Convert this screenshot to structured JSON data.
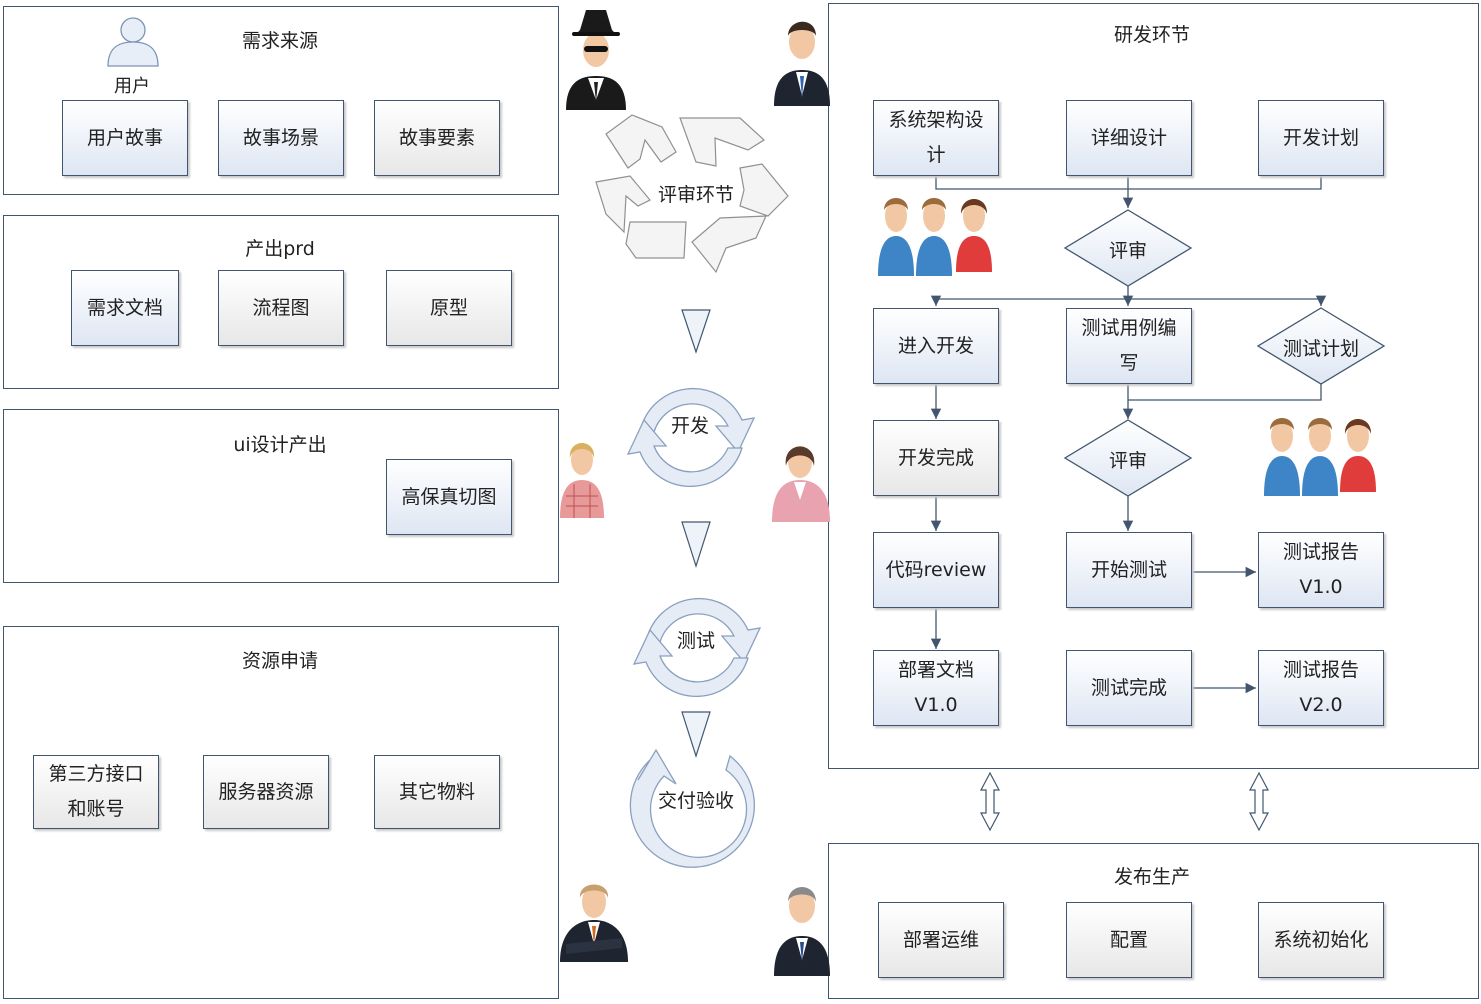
{
  "panels": {
    "demand_source": {
      "title": "需求来源",
      "user_label": "用户",
      "boxes": [
        "用户故事",
        "故事场景",
        "故事要素"
      ]
    },
    "prd": {
      "title": "产出prd",
      "boxes": [
        "需求文档",
        "流程图",
        "原型"
      ]
    },
    "ui": {
      "title": "ui设计产出",
      "boxes": [
        "高保真切图"
      ]
    },
    "resources": {
      "title": "资源申请",
      "boxes": [
        "第三方接口\n和账号",
        "服务器资源",
        "其它物料"
      ]
    },
    "rd": {
      "title": "研发环节",
      "boxes": {
        "arch": "系统架构设\n计",
        "detail": "详细设计",
        "plan": "开发计划",
        "enter_dev": "进入开发",
        "testcase": "测试用例编\n写",
        "dev_done": "开发完成",
        "code_review": "代码review",
        "start_test": "开始测试",
        "report_v1": "测试报告\nV1.0",
        "deploy_doc": "部署文档\nV1.0",
        "test_done": "测试完成",
        "report_v2": "测试报告\nV2.0"
      },
      "review1": "评审",
      "test_plan": "测试计划",
      "review2": "评审"
    },
    "release": {
      "title": "发布生产",
      "boxes": [
        "部署运维",
        "配置",
        "系统初始化"
      ]
    }
  },
  "cycle": {
    "review": "评审环节",
    "dev": "开发",
    "test": "测试",
    "accept": "交付验收"
  },
  "colors": {
    "border": "#41566e",
    "box_blue": "#dee6f3",
    "box_grey": "#e7e7e7",
    "cycle_fill": "#e6ecf6",
    "person_blue": "#3d85c6",
    "person_red": "#e03c3c"
  }
}
